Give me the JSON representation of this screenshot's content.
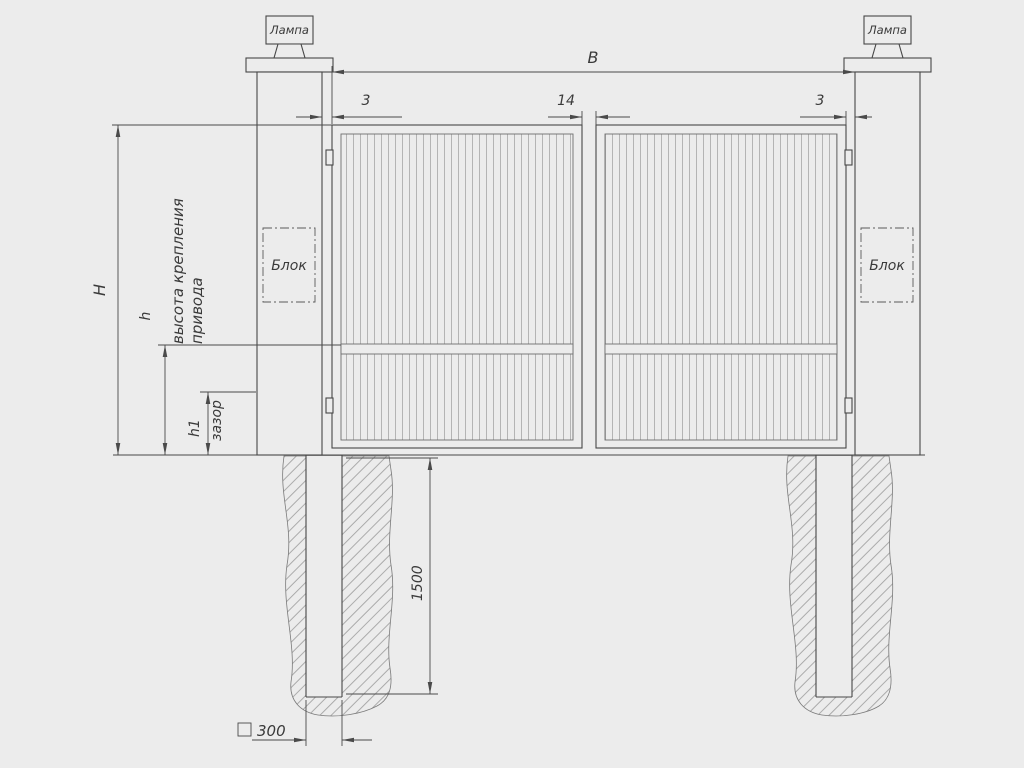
{
  "colors": {
    "background": "#ececec",
    "line": "#474747"
  },
  "labels": {
    "lamp_left": "Лампа",
    "lamp_right": "Лампа",
    "block_left": "Блок",
    "block_right": "Блок"
  },
  "dimensions": {
    "overall_width": "B",
    "gap_left": "3",
    "gap_center": "14",
    "gap_right": "3",
    "overall_height": "H",
    "drive_height": "h",
    "drive_note_line1": "высота крепления",
    "drive_note_line2": "привода",
    "clearance": "h1",
    "clearance_note": "зазор",
    "foundation_depth": "1500",
    "post_section": "300"
  }
}
